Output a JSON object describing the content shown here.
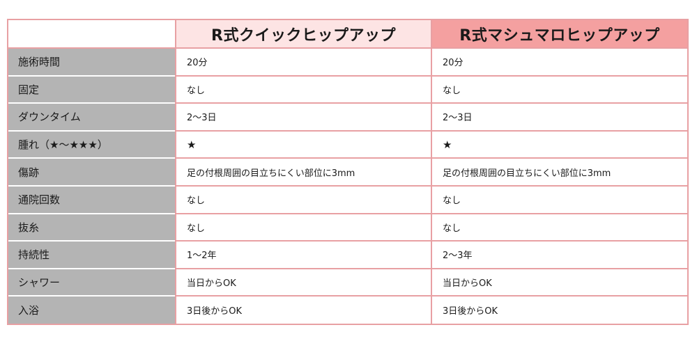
{
  "table": {
    "headers": {
      "corner": "",
      "column_a": "R式クイックヒップアップ",
      "column_b": "R式マシュマロヒップアップ"
    },
    "rows": [
      {
        "label": "施術時間",
        "a": "20分",
        "b": "20分"
      },
      {
        "label": "固定",
        "a": "なし",
        "b": "なし"
      },
      {
        "label": "ダウンタイム",
        "a": "2〜3日",
        "b": "2〜3日"
      },
      {
        "label": "腫れ（★〜★★★）",
        "a": "★",
        "b": "★"
      },
      {
        "label": "傷跡",
        "a": "足の付根周囲の目立ちにくい部位に3mm",
        "b": "足の付根周囲の目立ちにくい部位に3mm"
      },
      {
        "label": "通院回数",
        "a": "なし",
        "b": "なし"
      },
      {
        "label": "抜糸",
        "a": "なし",
        "b": "なし"
      },
      {
        "label": "持続性",
        "a": "1〜2年",
        "b": "2〜3年"
      },
      {
        "label": "シャワー",
        "a": "当日からOK",
        "b": "当日からOK"
      },
      {
        "label": "入浴",
        "a": "3日後からOK",
        "b": "3日後からOK"
      }
    ]
  },
  "colors": {
    "border": "#e8a0a3",
    "header_a_bg": "#fde4e4",
    "header_b_bg": "#f4a0a0",
    "label_bg": "#b4b4b4"
  }
}
